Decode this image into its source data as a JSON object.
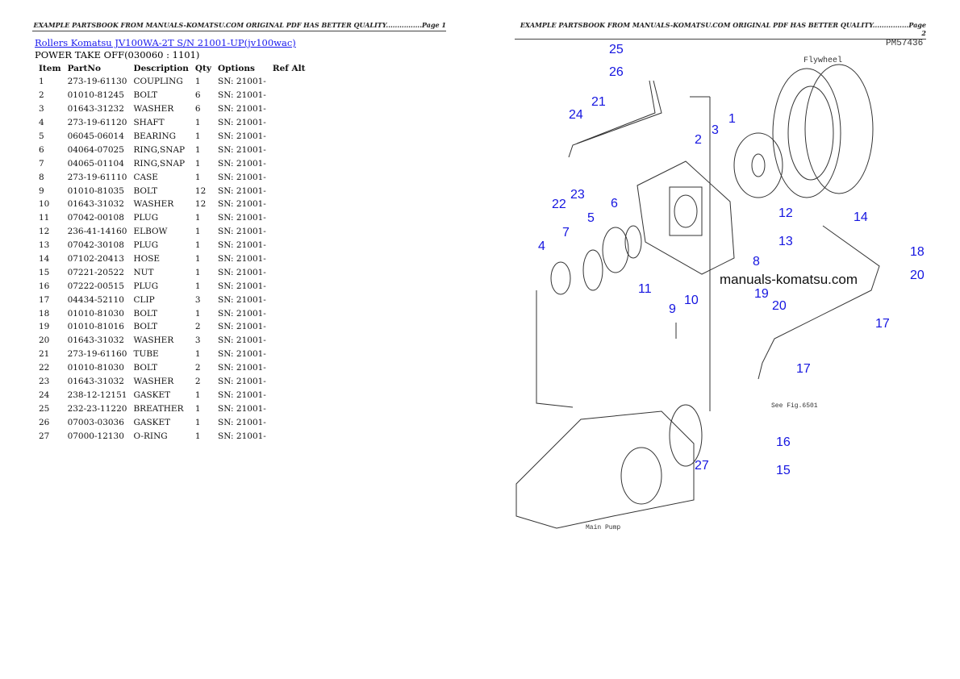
{
  "page1_header": "EXAMPLE PARTSBOOK FROM MANUALS-KOMATSU.COM ORIGINAL PDF HAS BETTER QUALITY................Page 1",
  "page2_header": "EXAMPLE PARTSBOOK FROM MANUALS-KOMATSU.COM ORIGINAL PDF HAS BETTER QUALITY................Page 2",
  "title_link": "Rollers Komatsu JV100WA-2T S/N 21001-UP(jv100wac)",
  "section": "POWER TAKE OFF(030060 : 1101)",
  "columns": [
    "Item",
    "PartNo",
    "Description",
    "Qty",
    "Options",
    "Ref Alt"
  ],
  "rows": [
    [
      "1",
      "273-19-61130",
      "COUPLING",
      "1",
      "SN: 21001-"
    ],
    [
      "2",
      "01010-81245",
      "BOLT",
      "6",
      "SN: 21001-"
    ],
    [
      "3",
      "01643-31232",
      "WASHER",
      "6",
      "SN: 21001-"
    ],
    [
      "4",
      "273-19-61120",
      "SHAFT",
      "1",
      "SN: 21001-"
    ],
    [
      "5",
      "06045-06014",
      "BEARING",
      "1",
      "SN: 21001-"
    ],
    [
      "6",
      "04064-07025",
      "RING,SNAP",
      "1",
      "SN: 21001-"
    ],
    [
      "7",
      "04065-01104",
      "RING,SNAP",
      "1",
      "SN: 21001-"
    ],
    [
      "8",
      "273-19-61110",
      "CASE",
      "1",
      "SN: 21001-"
    ],
    [
      "9",
      "01010-81035",
      "BOLT",
      "12",
      "SN: 21001-"
    ],
    [
      "10",
      "01643-31032",
      "WASHER",
      "12",
      "SN: 21001-"
    ],
    [
      "11",
      "07042-00108",
      "PLUG",
      "1",
      "SN: 21001-"
    ],
    [
      "12",
      "236-41-14160",
      "ELBOW",
      "1",
      "SN: 21001-"
    ],
    [
      "13",
      "07042-30108",
      "PLUG",
      "1",
      "SN: 21001-"
    ],
    [
      "14",
      "07102-20413",
      "HOSE",
      "1",
      "SN: 21001-"
    ],
    [
      "15",
      "07221-20522",
      "NUT",
      "1",
      "SN: 21001-"
    ],
    [
      "16",
      "07222-00515",
      "PLUG",
      "1",
      "SN: 21001-"
    ],
    [
      "17",
      "04434-52110",
      "CLIP",
      "3",
      "SN: 21001-"
    ],
    [
      "18",
      "01010-81030",
      "BOLT",
      "1",
      "SN: 21001-"
    ],
    [
      "19",
      "01010-81016",
      "BOLT",
      "2",
      "SN: 21001-"
    ],
    [
      "20",
      "01643-31032",
      "WASHER",
      "3",
      "SN: 21001-"
    ],
    [
      "21",
      "273-19-61160",
      "TUBE",
      "1",
      "SN: 21001-"
    ],
    [
      "22",
      "01010-81030",
      "BOLT",
      "2",
      "SN: 21001-"
    ],
    [
      "23",
      "01643-31032",
      "WASHER",
      "2",
      "SN: 21001-"
    ],
    [
      "24",
      "238-12-12151",
      "GASKET",
      "1",
      "SN: 21001-"
    ],
    [
      "25",
      "232-23-11220",
      "BREATHER",
      "1",
      "SN: 21001-"
    ],
    [
      "26",
      "07003-03036",
      "GASKET",
      "1",
      "SN: 21001-"
    ],
    [
      "27",
      "07000-12130",
      "O-RING",
      "1",
      "SN: 21001-"
    ]
  ],
  "diagram": {
    "drawing_code": "PM57436",
    "flywheel_label": "Flywheel",
    "main_pump_label": "Main Pump",
    "see_fig_label": "See Fig.6501",
    "watermark": "manuals-komatsu.com",
    "callouts": [
      "25",
      "26",
      "21",
      "24",
      "1",
      "3",
      "2",
      "22",
      "23",
      "6",
      "5",
      "7",
      "4",
      "12",
      "14",
      "13",
      "18",
      "20",
      "8",
      "11",
      "9",
      "10",
      "19",
      "20",
      "17",
      "17",
      "16",
      "15",
      "27"
    ],
    "callout_color": "#1515e0"
  }
}
